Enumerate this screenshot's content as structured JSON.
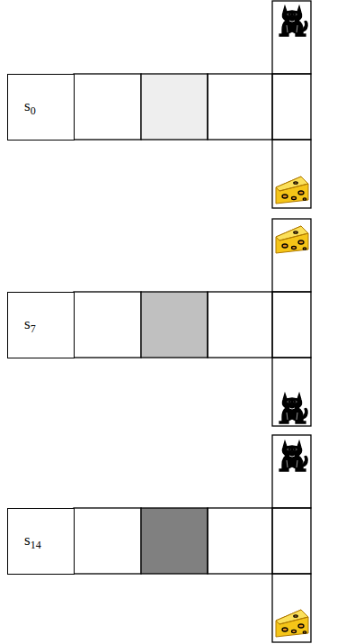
{
  "diagram": {
    "nodes": [
      {
        "text": [
          "s0"
        ]
      },
      {
        "text": [
          "s7"
        ]
      },
      {
        "text": [
          "s14"
        ]
      }
    ]
  }
}
